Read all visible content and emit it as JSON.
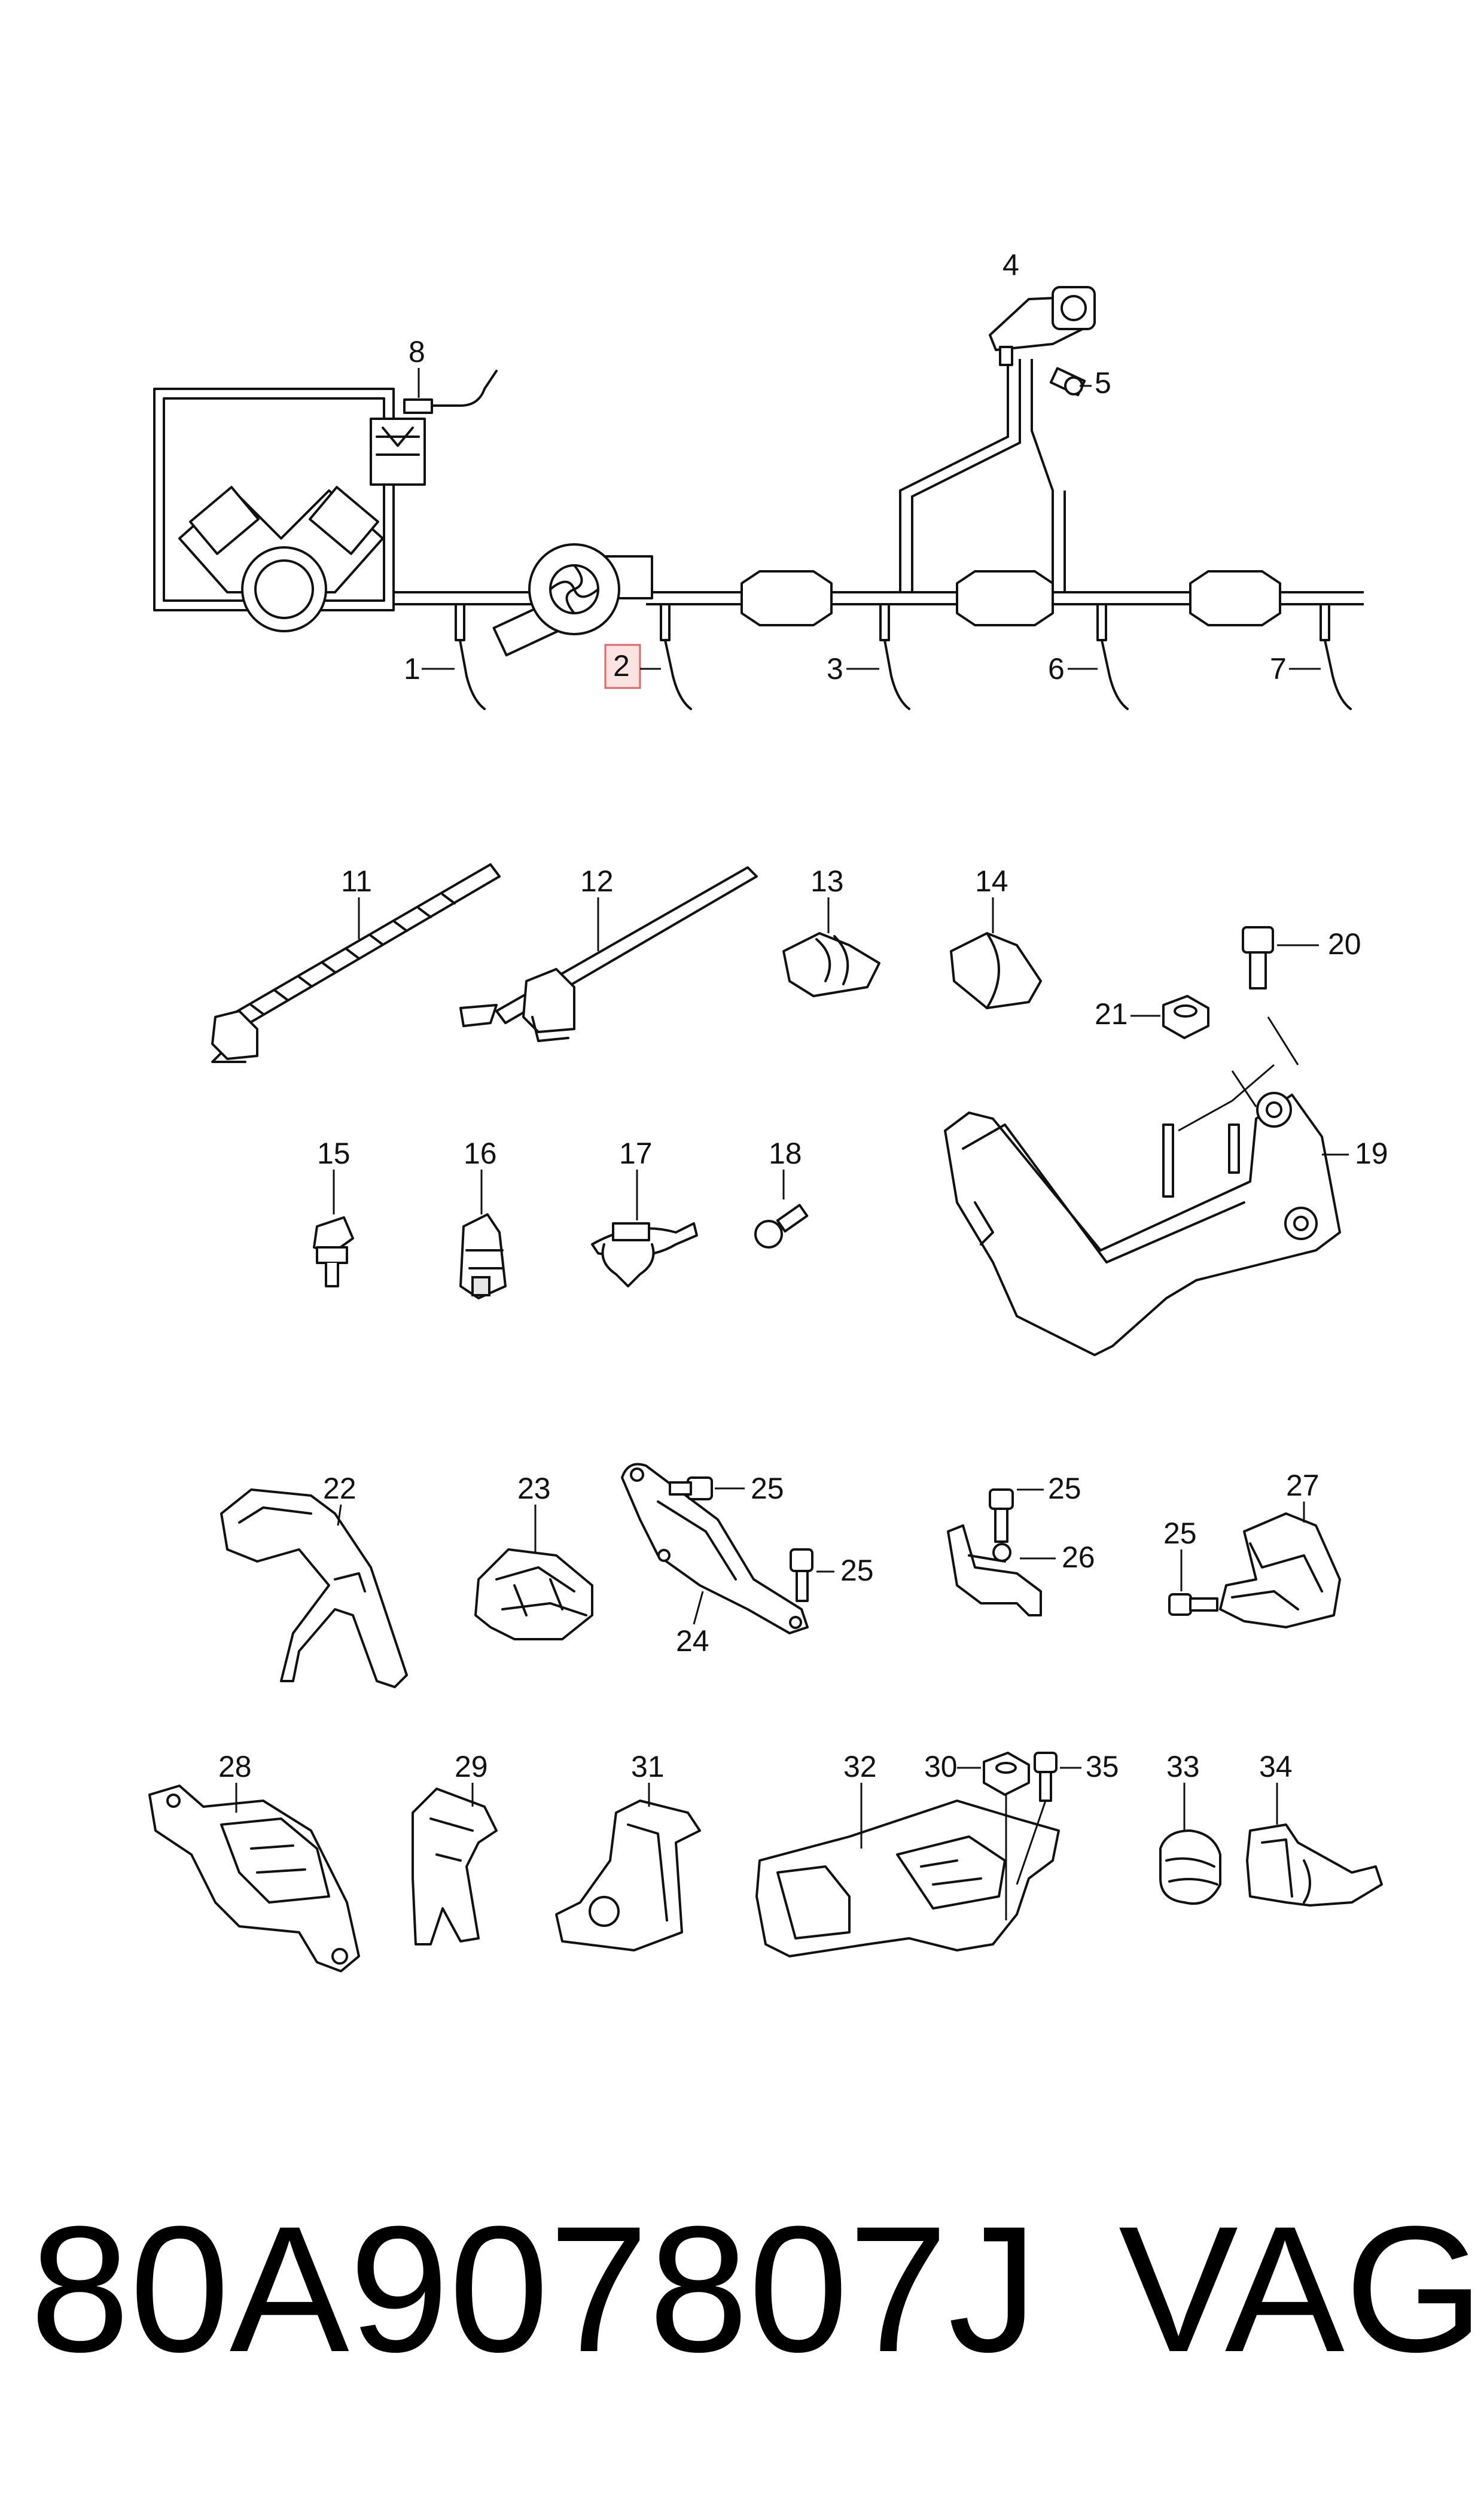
{
  "callouts": {
    "c1": "1",
    "c2": "2",
    "c3": "3",
    "c4": "4",
    "c5": "5",
    "c6": "6",
    "c7": "7",
    "c8": "8",
    "c11": "11",
    "c12": "12",
    "c13": "13",
    "c14": "14",
    "c15": "15",
    "c16": "16",
    "c17": "17",
    "c18": "18",
    "c19": "19",
    "c20": "20",
    "c21": "21",
    "c22": "22",
    "c23": "23",
    "c24": "24",
    "c25a": "25",
    "c25b": "25",
    "c25c": "25",
    "c25d": "25",
    "c26": "26",
    "c27": "27",
    "c28": "28",
    "c29": "29",
    "c30": "30",
    "c31": "31",
    "c32": "32",
    "c33": "33",
    "c34": "34",
    "c35": "35"
  },
  "highlighted_callout": "2",
  "footer": {
    "part_number": "80A907807J",
    "brand": "VAG"
  }
}
